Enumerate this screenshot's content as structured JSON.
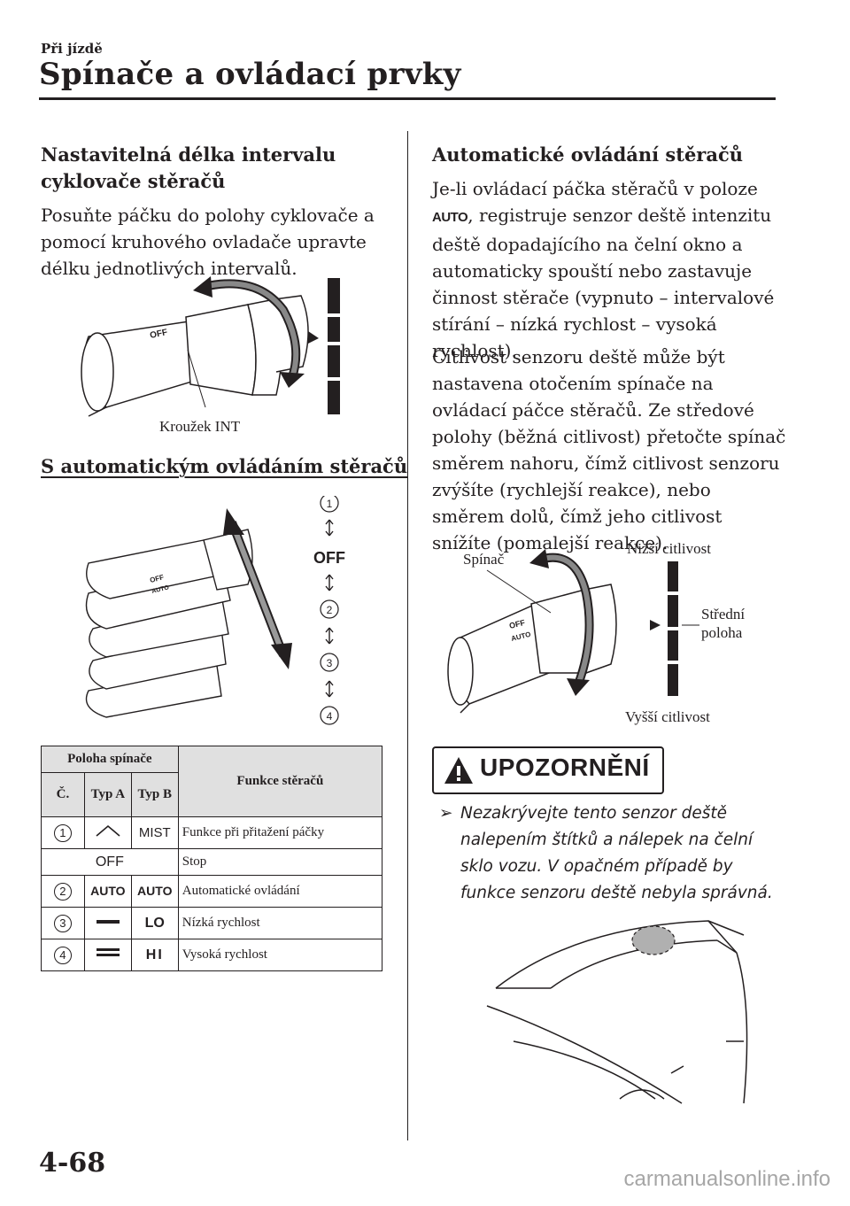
{
  "header": {
    "breadcrumb": "Při jízdě",
    "title": "Spínače a ovládací prvky"
  },
  "left": {
    "interval_heading": "Nastavitelná délka intervalu cyklovače stěračů",
    "interval_body": "Posuňte páčku do polohy cyklovače a pomocí kruhového ovladače upravte délku jednotlivých intervalů.",
    "figure1_caption": "Kroužek INT",
    "auto_heading": "S automatickým ovládáním stěračů",
    "figure2_labels": [
      "1",
      "OFF",
      "2",
      "3",
      "4"
    ],
    "table": {
      "header_position": "Poloha spínače",
      "header_function": "Funkce stěračů",
      "header_no": "Č.",
      "header_type_a": "Typ A",
      "header_type_b": "Typ B",
      "rows": [
        {
          "no": "1",
          "type_a": "mist-icon",
          "type_b": "MIST",
          "function": "Funkce při přitažení páčky"
        },
        {
          "no": "",
          "type_a": "OFF",
          "type_b": "",
          "function": "Stop"
        },
        {
          "no": "2",
          "type_a": "AUTO",
          "type_b": "AUTO",
          "function": "Automatické ovládání"
        },
        {
          "no": "3",
          "type_a": "single-bar-icon",
          "type_b": "LO",
          "function": "Nízká rychlost"
        },
        {
          "no": "4",
          "type_a": "double-bar-icon",
          "type_b": "HI",
          "function": "Vysoká rychlost"
        }
      ]
    }
  },
  "right": {
    "heading": "Automatické ovládání stěračů",
    "body1_before": "Je-li ovládací páčka stěračů v poloze ",
    "body1_auto": "AUTO",
    "body1_after": ", registruje senzor deště intenzitu deště dopadajícího na čelní okno a automaticky spouští nebo zastavuje činnost stěrače (vypnuto – intervalové stírání – nízká rychlost – vysoká rychlost).",
    "body2": "Citlivost senzoru deště může být nastavena otočením spínače na ovládací páčce stěračů. Ze středové polohy (běžná citlivost) přetočte spínač směrem nahoru, čímž citlivost senzoru zvýšíte (rychlejší reakce), nebo směrem dolů, čímž jeho citlivost snížíte (pomalejší reakce).",
    "figure3": {
      "label_switch": "Spínač",
      "label_lower": "Nižší citlivost",
      "label_middle_1": "Střední",
      "label_middle_2": "poloha",
      "label_higher": "Vyšší citlivost"
    },
    "caution_label": "UPOZORNĚNÍ",
    "caution_text": "Nezakrývejte tento senzor deště nalepením štítků a nálepek na čelní sklo vozu. V opačném případě by funkce senzoru deště nebyla správná."
  },
  "footer": {
    "page_number": "4-68",
    "watermark": "carmanualsonline.info"
  }
}
